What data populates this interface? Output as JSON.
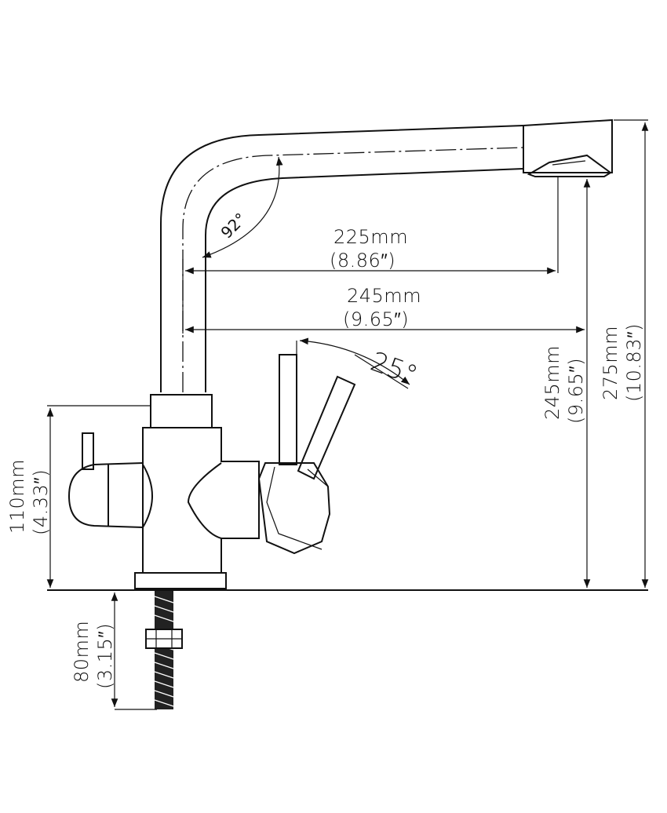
{
  "dimensions": {
    "spout_reach": {
      "mm": "225mm",
      "inch": "(8.86″)"
    },
    "total_reach": {
      "mm": "245mm",
      "inch": "(9.65″)"
    },
    "spout_height": {
      "mm": "245mm",
      "inch": "(9.65″)"
    },
    "total_height": {
      "mm": "275mm",
      "inch": "(10.83″)"
    },
    "body_height": {
      "mm": "110mm",
      "inch": "(4.33″)"
    },
    "hose_length": {
      "mm": "80mm",
      "inch": "(3.15″)"
    }
  },
  "angles": {
    "spout_angle": "92°",
    "lever_angle": "25°"
  }
}
